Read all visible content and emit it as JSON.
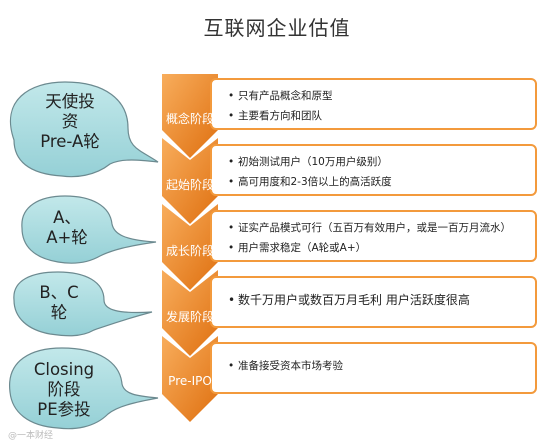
{
  "title": "互联网企业估值",
  "stages": [
    {
      "label": "概念阶段",
      "items": [
        "只有产品概念和原型",
        "主要看方向和团队"
      ]
    },
    {
      "label": "起始阶段",
      "items": [
        "初始测试用户（10万用户级别）",
        "高可用度和2-3倍以上的高活跃度"
      ]
    },
    {
      "label": "成长阶段",
      "items": [
        "证实产品模式可行（五百万有效用户，或是一百万月流水）",
        "用户需求稳定（A轮或A+）"
      ]
    },
    {
      "label": "发展阶段",
      "items": [
        "数千万用户或数百万月毛利 用户活跃度很高"
      ]
    },
    {
      "label": "Pre-IPO",
      "items": [
        "准备接受资本市场考验"
      ]
    }
  ],
  "bubbles": [
    {
      "text": "天使投\n资\nPre-A轮"
    },
    {
      "text": "A、\nA+轮"
    },
    {
      "text": "B、C\n轮"
    },
    {
      "text": "Closing\n阶段\nPE参投"
    }
  ],
  "colors": {
    "chevron_top": "#f7a24a",
    "chevron_bottom": "#e07412",
    "box_border": "#f39a3c",
    "bubble_fill": "#a9dce0",
    "bubble_stroke": "#6c8a90"
  },
  "watermark": "@一本财经"
}
